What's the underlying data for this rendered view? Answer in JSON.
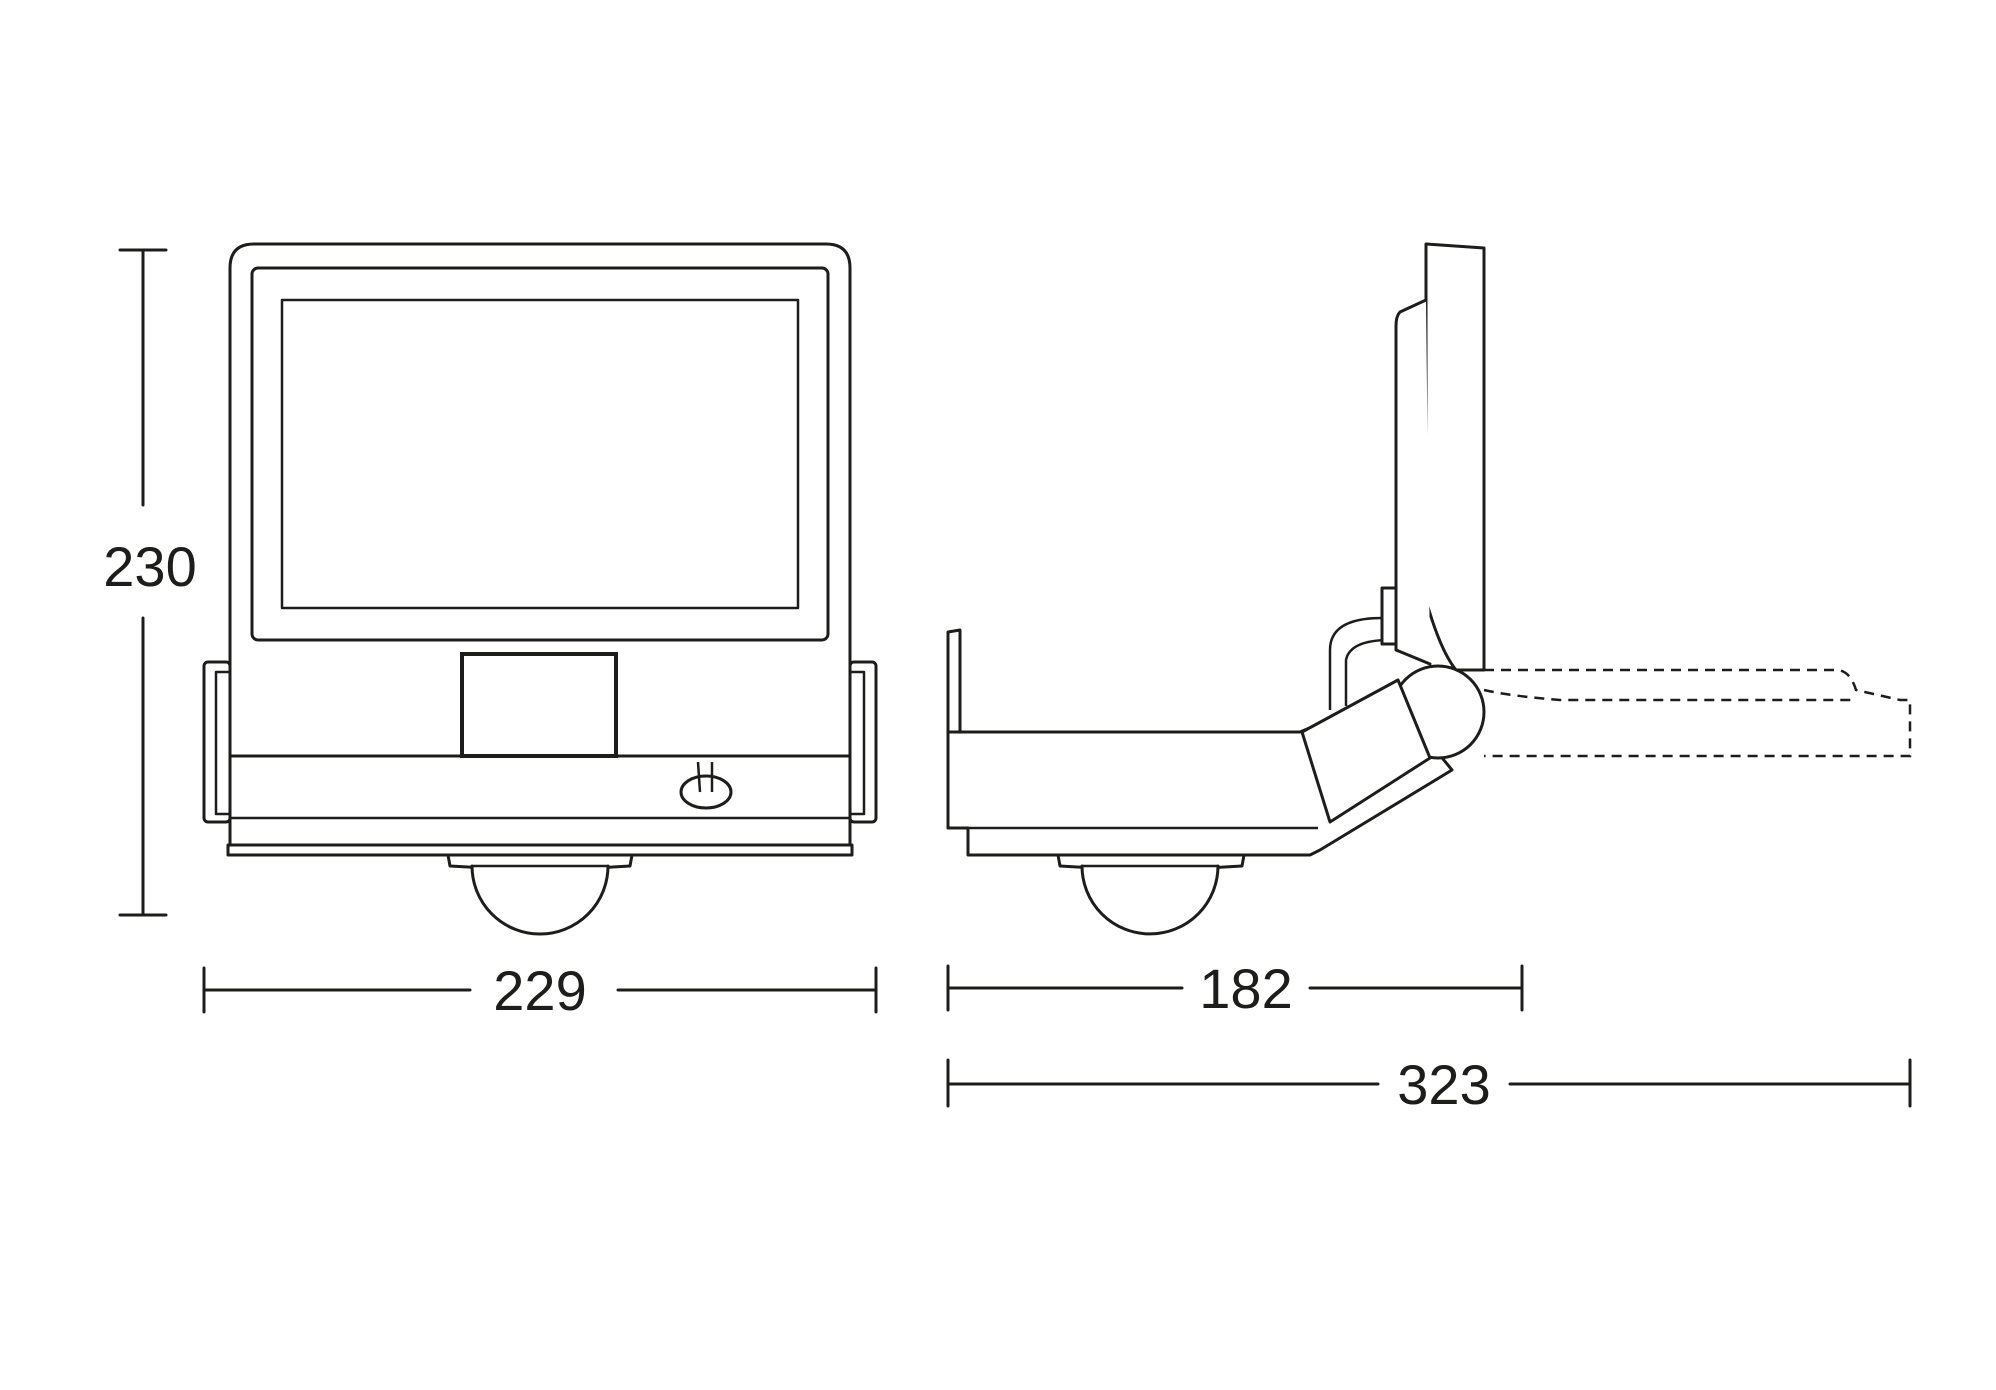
{
  "dimensions": {
    "height": "230",
    "front_width": "229",
    "side_depth": "182",
    "overall_depth": "323"
  },
  "colors": {
    "line": "#1d1d1b",
    "background": "#ffffff"
  }
}
